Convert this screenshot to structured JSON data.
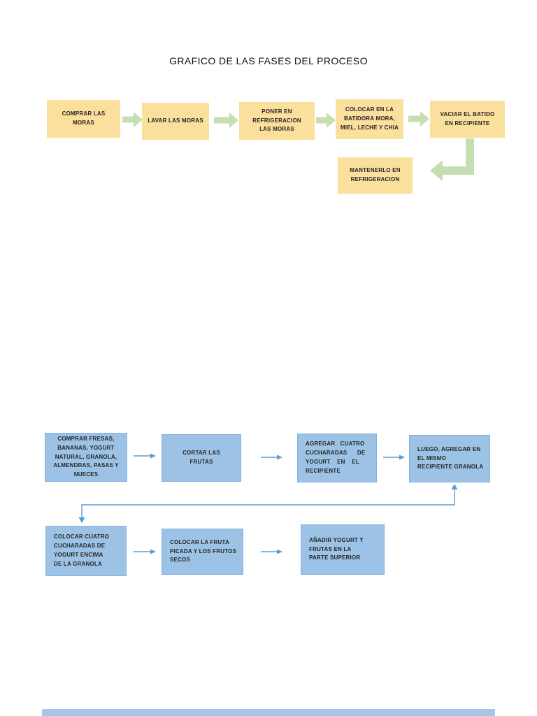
{
  "document": {
    "title": "GRAFICO DE LAS FASES DEL PROCESO"
  },
  "colors": {
    "yellow_box_fill": "#FBDF9C",
    "green_arrow": "#C5DFB3",
    "blue_box_fill": "#9CC3E6",
    "blue_box_border": "#86B0DC",
    "blue_arrow": "#5B9BD5",
    "text": "#262626",
    "bottom_bar": "#A6C5E8"
  },
  "flow_moras": {
    "steps": [
      {
        "id": "comprar-moras",
        "label": "COMPRAR LAS\nMORAS"
      },
      {
        "id": "lavar-moras",
        "label": "LAVAR LAS MORAS"
      },
      {
        "id": "poner-refrigeracion",
        "label": "PONER EN\nREFRIGERACION\nLAS MORAS"
      },
      {
        "id": "colocar-batidora",
        "label": "COLOCAR EN LA\nBATIDORA MORA,\nMIEL, LECHE Y CHIA"
      },
      {
        "id": "vaciar-batido",
        "label": "VACIAR EL BATIDO\nEN RECIPIENTE"
      },
      {
        "id": "mantenerlo-refrigeracion",
        "label": "MANTENERLO EN\nREFRIGERACION"
      }
    ]
  },
  "flow_parfait": {
    "row1": [
      {
        "id": "comprar-ingredientes",
        "label": "COMPRAR FRESAS,\nBANANAS, YOGURT\nNATURAL, GRANOLA,\nALMENDRAS, PASAS Y\nNUECES"
      },
      {
        "id": "cortar-frutas",
        "label": "CORTAR LAS\nFRUTAS"
      },
      {
        "id": "agregar-yogurt",
        "label": "AGREGAR   CUATRO\nCUCHARADAS      DE\nYOGURT    EN    EL\nRECIPIENTE"
      },
      {
        "id": "agregar-granola",
        "label": "LUEGO, AGREGAR EN\nEL MISMO\nRECIPIENTE GRANOLA"
      }
    ],
    "row2": [
      {
        "id": "colocar-yogurt-encima",
        "label": "COLOCAR CUATRO\nCUCHARADAS DE\nYOGURT ENCIMA\nDE LA GRANOLA"
      },
      {
        "id": "colocar-fruta-picada",
        "label": "COLOCAR LA FRUTA\nPICADA Y LOS FRUTOS\nSECOS"
      },
      {
        "id": "anadir-yogurt-frutas",
        "label": "AÑADIR YOGURT Y\nFRUTAS EN LA\nPARTE SUPERIOR"
      }
    ]
  }
}
